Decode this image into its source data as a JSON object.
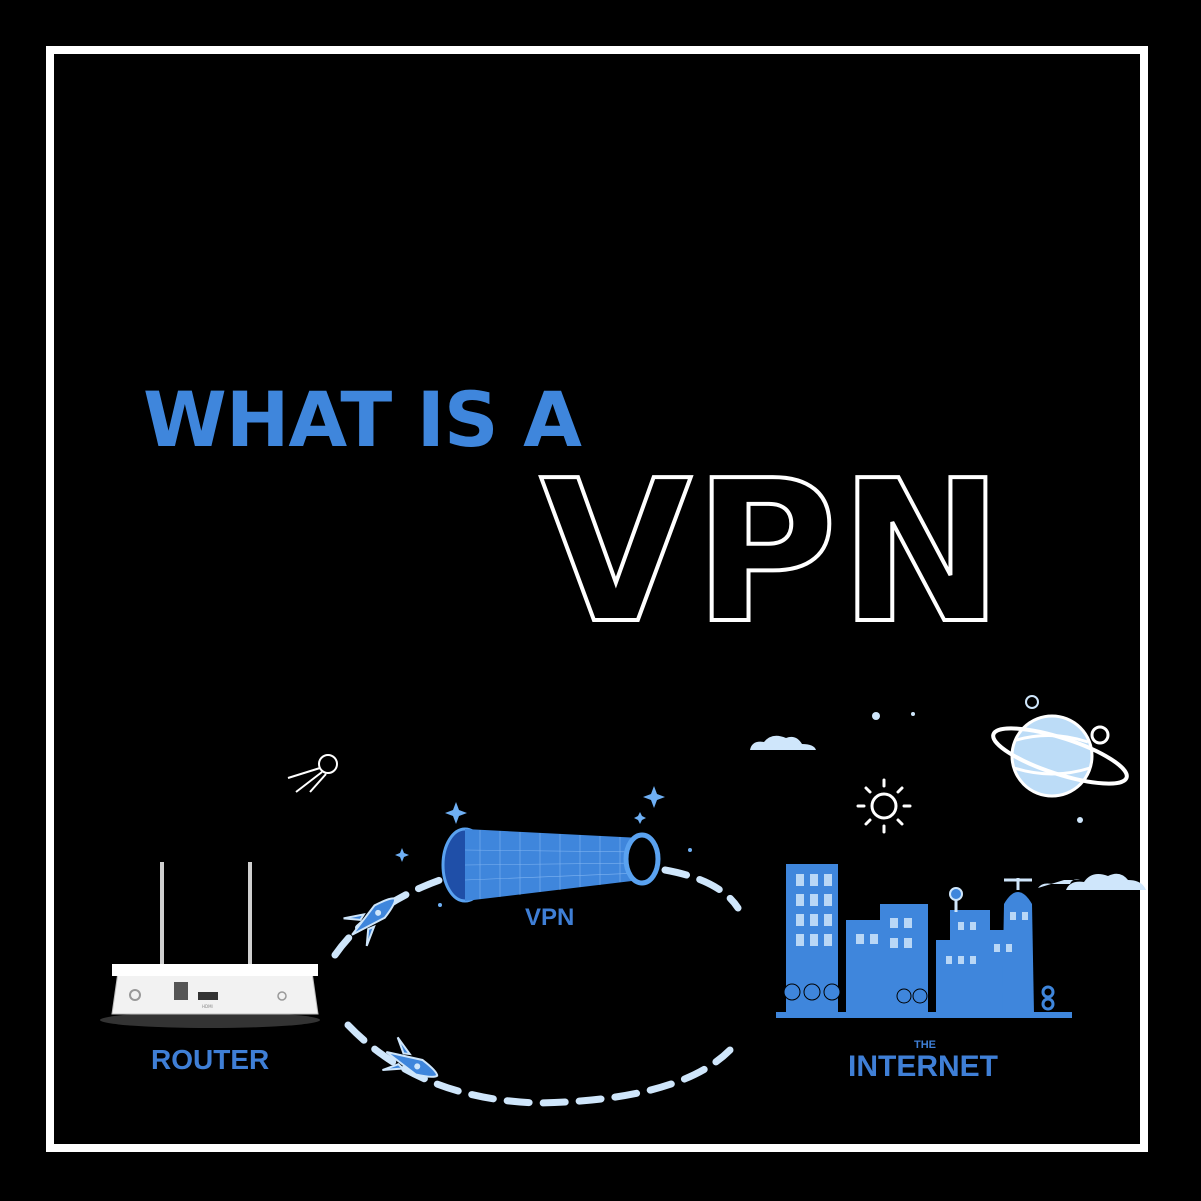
{
  "title": {
    "line1": "WHAT IS A",
    "line2": "VPN"
  },
  "labels": {
    "router": "ROUTER",
    "vpn": "VPN",
    "the": "THE",
    "internet": "INTERNET"
  },
  "router_port_text": "HDMI",
  "colors": {
    "accent_blue": "#3f86dc",
    "light_blue": "#cfe6fb",
    "background": "#000000",
    "frame": "#ffffff"
  },
  "icons": [
    "router-icon",
    "tunnel-icon",
    "rocket-icon",
    "satellite-icon",
    "planet-icon",
    "sun-icon",
    "cloud-icon",
    "city-icon"
  ]
}
